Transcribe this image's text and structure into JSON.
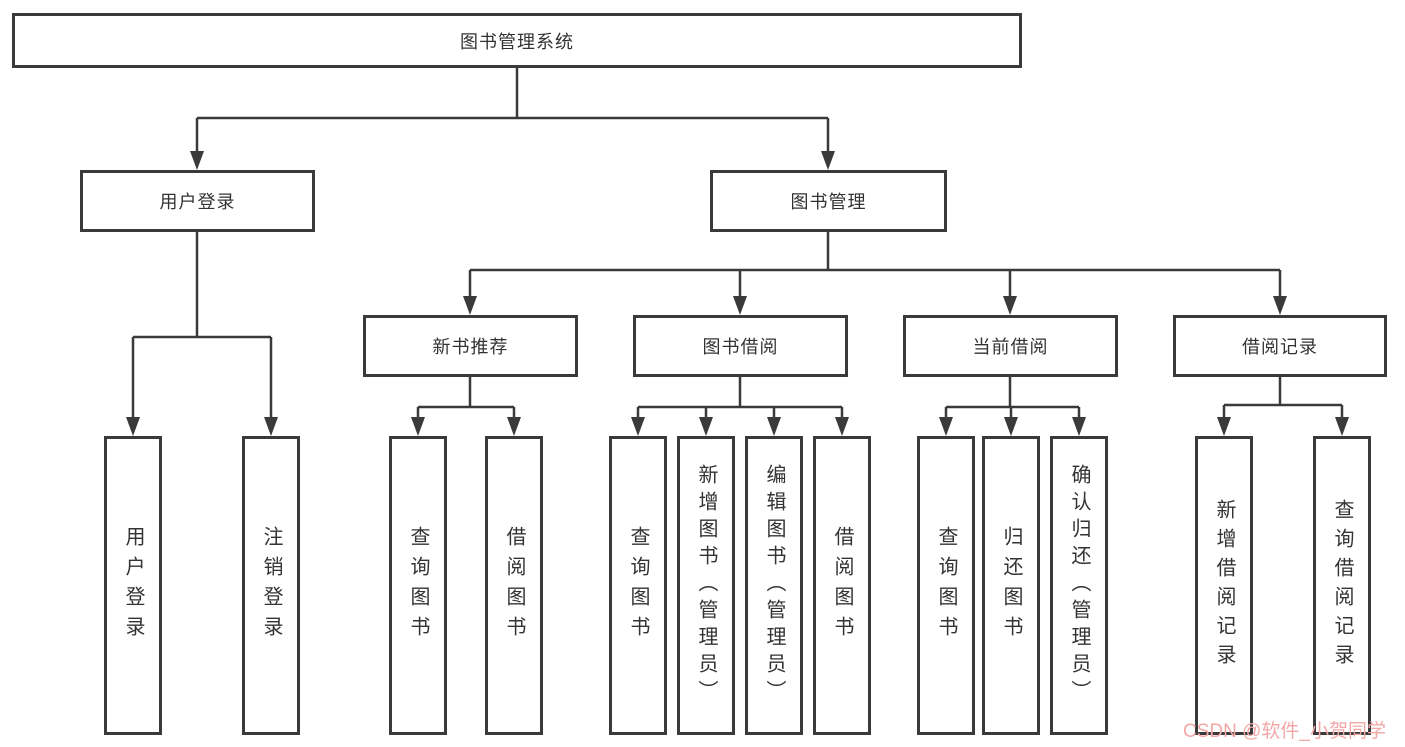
{
  "diagram": {
    "root": {
      "label": "图书管理系统"
    },
    "branches": [
      {
        "label": "用户登录",
        "children": [
          {
            "label": "用户登录"
          },
          {
            "label": "注销登录"
          }
        ]
      },
      {
        "label": "图书管理",
        "children": [
          {
            "label": "新书推荐",
            "children": [
              {
                "label": "查询图书"
              },
              {
                "label": "借阅图书"
              }
            ]
          },
          {
            "label": "图书借阅",
            "children": [
              {
                "label": "查询图书"
              },
              {
                "label": "新增图书（管理员）"
              },
              {
                "label": "编辑图书（管理员）"
              },
              {
                "label": "借阅图书"
              }
            ]
          },
          {
            "label": "当前借阅",
            "children": [
              {
                "label": "查询图书"
              },
              {
                "label": "归还图书"
              },
              {
                "label": "确认归还（管理员）"
              }
            ]
          },
          {
            "label": "借阅记录",
            "children": [
              {
                "label": "新增借阅记录"
              },
              {
                "label": "查询借阅记录"
              }
            ]
          }
        ]
      }
    ]
  },
  "watermark": {
    "text": "CSDN @软件_小贺同学",
    "color": "#f2a7a7"
  },
  "colors": {
    "line": "#3a3a3a",
    "text": "#333333",
    "background": "#ffffff"
  }
}
